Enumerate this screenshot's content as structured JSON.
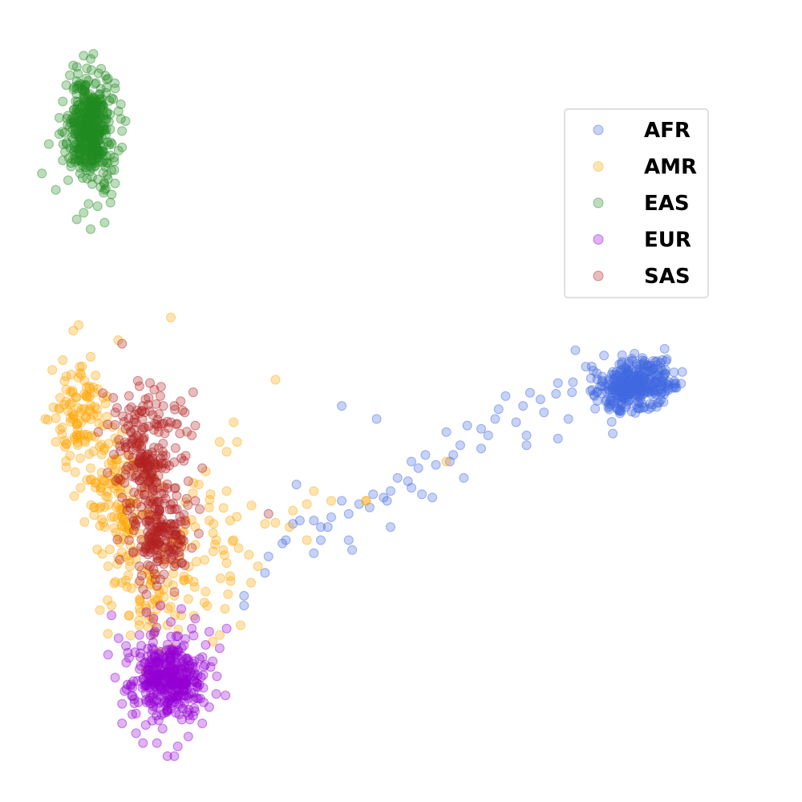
{
  "chart_data": {
    "type": "scatter",
    "title": "",
    "xlabel": "",
    "ylabel": "",
    "xlim": [
      -0.7,
      1.6
    ],
    "ylim": [
      -0.9,
      1.55
    ],
    "grid": false,
    "axes_visible": false,
    "legend_placement": "top-right",
    "marker": "circle",
    "marker_alpha": 0.3,
    "series": [
      {
        "name": "AFR",
        "color": "#4169E1",
        "clusters": [
          {
            "count": 360,
            "center": [
              1.12,
              0.37
            ],
            "spread": [
              0.055,
              0.038
            ],
            "tilt": 0.35
          }
        ],
        "points": [
          [
            0.98,
            0.43
          ],
          [
            0.95,
            0.48
          ],
          [
            0.9,
            0.38
          ],
          [
            0.85,
            0.33
          ],
          [
            0.8,
            0.31
          ],
          [
            0.78,
            0.26
          ],
          [
            0.72,
            0.27
          ],
          [
            0.68,
            0.24
          ],
          [
            0.68,
            0.18
          ],
          [
            0.62,
            0.19
          ],
          [
            0.6,
            0.16
          ],
          [
            0.55,
            0.13
          ],
          [
            0.52,
            0.16
          ],
          [
            0.5,
            0.12
          ],
          [
            0.47,
            0.08
          ],
          [
            0.44,
            0.09
          ],
          [
            0.42,
            0.05
          ],
          [
            0.4,
            0.03
          ],
          [
            0.37,
            0.04
          ],
          [
            0.33,
            0.01
          ],
          [
            0.3,
            -0.02
          ],
          [
            0.28,
            0.02
          ],
          [
            0.25,
            -0.03
          ],
          [
            0.22,
            -0.06
          ],
          [
            0.22,
            -0.1
          ],
          [
            0.2,
            -0.14
          ],
          [
            0.12,
            -0.1
          ],
          [
            0.06,
            -0.2
          ],
          [
            0.0,
            -0.27
          ],
          [
            0.0,
            -0.3
          ],
          [
            0.31,
            -0.13
          ],
          [
            0.3,
            -0.1
          ],
          [
            0.48,
            0.14
          ],
          [
            0.58,
            0.23
          ],
          [
            0.64,
            0.25
          ],
          [
            0.75,
            0.34
          ],
          [
            0.86,
            0.29
          ],
          [
            0.7,
            0.22
          ],
          [
            0.81,
            0.22
          ],
          [
            0.9,
            0.21
          ],
          [
            0.93,
            0.27
          ],
          [
            0.24,
            -0.06
          ],
          [
            0.48,
            0.06
          ],
          [
            0.15,
            0.07
          ],
          [
            0.2,
            -0.04
          ],
          [
            0.63,
            0.09
          ],
          [
            0.16,
            -0.04
          ],
          [
            0.54,
            0.03
          ],
          [
            0.07,
            -0.15
          ],
          [
            0.51,
            0.04
          ],
          [
            0.36,
            0.0
          ],
          [
            0.42,
            -0.06
          ],
          [
            0.14,
            -0.05
          ],
          [
            0.41,
            0.02
          ],
          [
            0.11,
            -0.11
          ],
          [
            0.81,
            0.19
          ],
          [
            0.82,
            0.35
          ],
          [
            0.73,
            0.3
          ],
          [
            0.59,
            0.14
          ],
          [
            0.28,
            0.31
          ],
          [
            0.38,
            0.27
          ]
        ]
      },
      {
        "name": "AMR",
        "color": "#FFA500",
        "clusters": [
          {
            "count": 100,
            "center": [
              -0.46,
              0.26
            ],
            "spread": [
              0.04,
              0.09
            ],
            "tilt": 0.0
          },
          {
            "count": 110,
            "center": [
              -0.36,
              0.02
            ],
            "spread": [
              0.05,
              0.1
            ],
            "tilt": 0.0
          },
          {
            "count": 70,
            "center": [
              -0.28,
              -0.25
            ],
            "spread": [
              0.06,
              0.1
            ],
            "tilt": 0.0
          },
          {
            "count": 40,
            "center": [
              -0.13,
              -0.13
            ],
            "spread": [
              0.07,
              0.09
            ],
            "tilt": 0.0
          }
        ],
        "points": [
          [
            -0.55,
            0.42
          ],
          [
            -0.52,
            0.45
          ],
          [
            -0.51,
            0.4
          ],
          [
            -0.49,
            0.54
          ],
          [
            -0.51,
            0.36
          ],
          [
            -0.53,
            0.3
          ],
          [
            -0.49,
            0.27
          ],
          [
            -0.57,
            0.27
          ],
          [
            -0.54,
            0.2
          ],
          [
            -0.47,
            0.15
          ],
          [
            -0.44,
            0.12
          ],
          [
            -0.4,
            0.08
          ],
          [
            -0.48,
            0.22
          ],
          [
            -0.42,
            0.28
          ],
          [
            -0.43,
            0.35
          ],
          [
            -0.47,
            0.41
          ],
          [
            -0.44,
            0.46
          ],
          [
            -0.41,
            0.06
          ],
          [
            -0.43,
            0.0
          ],
          [
            -0.4,
            -0.06
          ],
          [
            -0.38,
            -0.03
          ],
          [
            -0.36,
            -0.09
          ],
          [
            -0.39,
            -0.18
          ],
          [
            -0.35,
            -0.23
          ],
          [
            -0.38,
            -0.3
          ],
          [
            -0.33,
            -0.33
          ],
          [
            -0.3,
            -0.36
          ],
          [
            -0.26,
            -0.39
          ],
          [
            -0.25,
            -0.31
          ],
          [
            -0.22,
            -0.36
          ],
          [
            -0.18,
            -0.33
          ],
          [
            -0.2,
            -0.27
          ],
          [
            -0.16,
            -0.22
          ],
          [
            -0.2,
            -0.17
          ],
          [
            -0.17,
            -0.12
          ],
          [
            -0.14,
            -0.06
          ],
          [
            -0.1,
            -0.04
          ],
          [
            -0.1,
            0.0
          ],
          [
            -0.13,
            0.07
          ],
          [
            -0.11,
            0.11
          ],
          [
            -0.07,
            0.2
          ],
          [
            -0.05,
            0.17
          ],
          [
            -0.03,
            0.26
          ],
          [
            -0.05,
            0.05
          ],
          [
            -0.04,
            -0.04
          ],
          [
            -0.08,
            -0.1
          ],
          [
            -0.06,
            -0.13
          ],
          [
            -0.03,
            -0.1
          ],
          [
            -0.05,
            -0.17
          ],
          [
            -0.04,
            -0.21
          ],
          [
            0.02,
            -0.23
          ],
          [
            0.04,
            -0.18
          ],
          [
            0.06,
            -0.05
          ],
          [
            0.14,
            -0.01
          ],
          [
            0.13,
            -0.06
          ],
          [
            0.18,
            0.01
          ],
          [
            0.2,
            0.05
          ],
          [
            0.25,
            0.02
          ],
          [
            0.35,
            0.02
          ],
          [
            0.18,
            -0.1
          ],
          [
            0.09,
            0.39
          ],
          [
            -0.21,
            0.58
          ],
          [
            0.35,
            0.02
          ],
          [
            0.58,
            0.14
          ],
          [
            -0.01,
            -0.36
          ],
          [
            -0.09,
            -0.41
          ],
          [
            -0.07,
            -0.39
          ],
          [
            -0.35,
            0.23
          ],
          [
            -0.3,
            0.2
          ],
          [
            -0.25,
            0.13
          ],
          [
            -0.16,
            -0.28
          ],
          [
            -0.02,
            0.2
          ]
        ]
      },
      {
        "name": "EAS",
        "color": "#228B22",
        "clusters": [
          {
            "count": 420,
            "center": [
              -0.44,
              1.16
            ],
            "spread": [
              0.028,
              0.08
            ],
            "tilt": 0.0
          }
        ],
        "points": [
          [
            -0.54,
            0.97
          ],
          [
            -0.58,
            1.02
          ],
          [
            -0.52,
            1.06
          ],
          [
            -0.53,
            1.14
          ],
          [
            -0.56,
            1.11
          ],
          [
            -0.52,
            1.24
          ],
          [
            -0.48,
            1.28
          ],
          [
            -0.49,
            1.35
          ],
          [
            -0.46,
            1.38
          ],
          [
            -0.44,
            1.37
          ],
          [
            -0.41,
            1.34
          ],
          [
            -0.37,
            1.28
          ],
          [
            -0.34,
            1.18
          ],
          [
            -0.35,
            1.15
          ],
          [
            -0.36,
            1.09
          ],
          [
            -0.38,
            1.03
          ],
          [
            -0.37,
            0.99
          ],
          [
            -0.4,
            0.97
          ],
          [
            -0.42,
            0.92
          ],
          [
            -0.46,
            0.9
          ],
          [
            -0.48,
            0.88
          ],
          [
            -0.44,
            0.85
          ],
          [
            -0.4,
            0.87
          ],
          [
            -0.51,
            1.29
          ],
          [
            -0.5,
            1.32
          ],
          [
            -0.39,
            1.31
          ],
          [
            -0.53,
            1.19
          ],
          [
            -0.36,
            1.21
          ],
          [
            -0.38,
            1.25
          ],
          [
            -0.35,
            1.1
          ]
        ]
      },
      {
        "name": "EUR",
        "color": "#9400D3",
        "clusters": [
          {
            "count": 360,
            "center": [
              -0.22,
              -0.52
            ],
            "spread": [
              0.05,
              0.06
            ],
            "tilt": 0.0
          }
        ],
        "points": [
          [
            -0.35,
            -0.66
          ],
          [
            -0.31,
            -0.69
          ],
          [
            -0.29,
            -0.72
          ],
          [
            -0.25,
            -0.72
          ],
          [
            -0.19,
            -0.73
          ],
          [
            -0.2,
            -0.76
          ],
          [
            -0.22,
            -0.76
          ],
          [
            -0.16,
            -0.7
          ],
          [
            -0.12,
            -0.66
          ],
          [
            -0.1,
            -0.61
          ],
          [
            -0.08,
            -0.57
          ],
          [
            -0.09,
            -0.47
          ],
          [
            -0.11,
            -0.42
          ],
          [
            -0.15,
            -0.37
          ],
          [
            -0.26,
            -0.34
          ],
          [
            -0.3,
            -0.39
          ],
          [
            -0.36,
            -0.4
          ],
          [
            -0.33,
            -0.46
          ],
          [
            -0.37,
            -0.52
          ],
          [
            -0.32,
            -0.55
          ],
          [
            -0.35,
            -0.6
          ],
          [
            -0.31,
            -0.63
          ],
          [
            -0.28,
            -0.32
          ],
          [
            -0.24,
            -0.3
          ],
          [
            -0.21,
            -0.35
          ],
          [
            -0.18,
            -0.31
          ],
          [
            -0.14,
            -0.34
          ],
          [
            -0.1,
            -0.38
          ],
          [
            -0.38,
            -0.33
          ],
          [
            -0.39,
            -0.45
          ],
          [
            -0.05,
            -0.37
          ],
          [
            -0.07,
            -0.43
          ]
        ]
      },
      {
        "name": "SAS",
        "color": "#B22222",
        "clusters": [
          {
            "count": 170,
            "center": [
              -0.24,
              -0.08
            ],
            "spread": [
              0.04,
              0.07
            ],
            "tilt": 0.0
          },
          {
            "count": 130,
            "center": [
              -0.28,
              0.12
            ],
            "spread": [
              0.04,
              0.06
            ],
            "tilt": 0.0
          },
          {
            "count": 70,
            "center": [
              -0.27,
              0.26
            ],
            "spread": [
              0.05,
              0.05
            ],
            "tilt": 0.0
          }
        ],
        "points": [
          [
            -0.35,
            0.5
          ],
          [
            -0.3,
            0.37
          ],
          [
            -0.27,
            0.38
          ],
          [
            -0.24,
            0.34
          ],
          [
            -0.2,
            0.31
          ],
          [
            -0.17,
            0.29
          ],
          [
            -0.15,
            0.22
          ],
          [
            -0.18,
            0.15
          ],
          [
            -0.16,
            0.08
          ],
          [
            -0.14,
            0.02
          ],
          [
            -0.17,
            -0.04
          ],
          [
            -0.18,
            -0.12
          ],
          [
            -0.2,
            -0.18
          ],
          [
            -0.25,
            -0.24
          ],
          [
            -0.29,
            -0.25
          ],
          [
            -0.27,
            -0.18
          ],
          [
            -0.33,
            -0.1
          ],
          [
            -0.32,
            -0.03
          ],
          [
            -0.35,
            0.03
          ],
          [
            -0.34,
            0.1
          ],
          [
            -0.33,
            0.16
          ],
          [
            -0.34,
            0.24
          ],
          [
            -0.33,
            0.3
          ],
          [
            -0.21,
            0.26
          ],
          [
            -0.14,
            0.25
          ],
          [
            -0.12,
            0.12
          ],
          [
            -0.24,
            -0.22
          ],
          [
            -0.3,
            -0.18
          ],
          [
            -0.13,
            -0.08
          ],
          [
            -0.29,
            0.31
          ],
          [
            0.07,
            -0.02
          ]
        ]
      }
    ]
  }
}
